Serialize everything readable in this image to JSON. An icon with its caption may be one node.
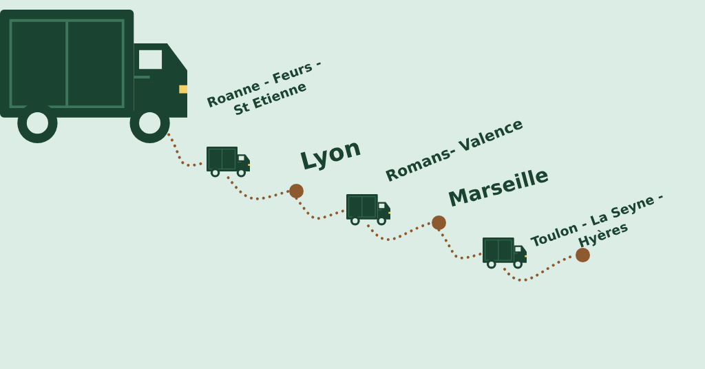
{
  "diagram": {
    "nodes": [
      {
        "text": [],
        "shape": "picture"
      },
      {
        "text": [],
        "shape": "picture"
      },
      {
        "text": [],
        "shape": "circle",
        "beside": [
          "Lyon"
        ]
      },
      {
        "text": [],
        "shape": "picture",
        "beside": [
          "Romans- Valence"
        ]
      },
      {
        "text": [],
        "shape": "circle",
        "beside": [
          "Marseille"
        ]
      },
      {
        "text": [],
        "shape": "picture"
      },
      {
        "text": [],
        "shape": "circle",
        "beside": [
          "Toulon - La Seyne - Hyères"
        ]
      }
    ],
    "edges": [
      {
        "from": 0,
        "to": 1,
        "arrow": "none",
        "style": "dashed"
      },
      {
        "from": 1,
        "to": 2,
        "arrow": "none",
        "style": "dashed"
      },
      {
        "from": 2,
        "to": 3,
        "arrow": "none",
        "style": "dashed"
      },
      {
        "from": 3,
        "to": 4,
        "arrow": "none",
        "style": "dashed"
      },
      {
        "from": 4,
        "to": 5,
        "arrow": "none",
        "style": "dashed"
      },
      {
        "from": 5,
        "to": 6,
        "arrow": "none",
        "style": "dashed"
      }
    ],
    "labels": [
      "Roanne - Feurs - St Etienne"
    ]
  }
}
